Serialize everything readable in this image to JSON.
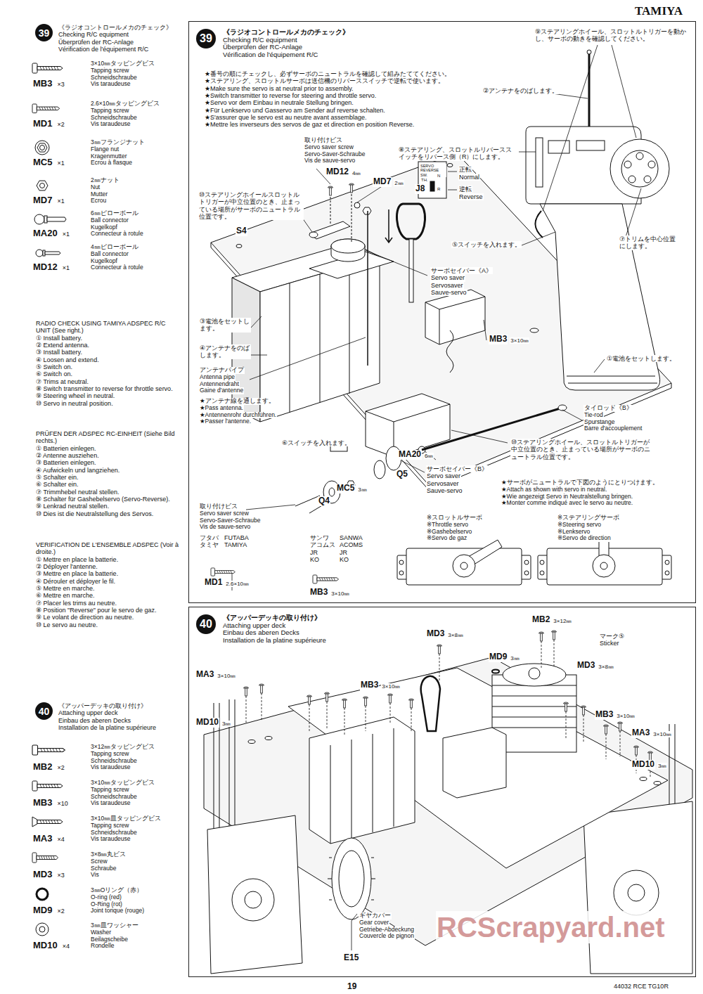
{
  "diagram": {
    "nodes": [
      {
        "text": [
          "39"
        ]
      },
      {
        "text": [
          "40"
        ]
      },
      {
        "text": [
          "《ラジオコントロールメカのチェック》",
          "Checking R/C equipment",
          "Überprüfen der RC-Anlage",
          "Vérification de l'équipement R/C"
        ]
      },
      {
        "text": [
          "39"
        ],
        "in": 2
      },
      {
        "text": [
          "《アッパーデッキの取り付け》",
          "Attaching upper deck",
          "Einbau des aberen Decks",
          "Installation de la platine supérieure"
        ]
      },
      {
        "text": [
          "40"
        ],
        "in": 4
      }
    ],
    "labels": [
      "TAMIYA",
      "《ラジオコントロールメカのチェック》",
      "Checking R/C equipment",
      "Überprüfen der RC-Anlage",
      "Vérification de l'équipement R/C",
      "3×10㎜タッピングビス",
      "Tapping screw",
      "Schneidschraube",
      "Vis taraudeuse",
      "MB3",
      "×3",
      "2.6×10㎜タッピングビス",
      "Tapping screw",
      "Schneidschraube",
      "Vis taraudeuse",
      "MD1",
      "×2",
      "3㎜フランジナット",
      "Flange nut",
      "Kragenmutter",
      "Ecrou à flasque",
      "MC5",
      "×1",
      "2㎜ナット",
      "Nut",
      "Mutter",
      "Ecrou",
      "MD7",
      "×1",
      "6㎜ピローボール",
      "Ball connector",
      "Kugelkopf",
      "Connecteur à rotule",
      "MA20",
      "×1",
      "4㎜ピローボール",
      "Ball connector",
      "Kugelkopf",
      "Connecteur à rotule",
      "MD12",
      "×1",
      "RADIO CHECK USING TAMIYA ADSPEC R/C UNIT (See right.)",
      "① Install battery.",
      "② Extend antenna.",
      "③ Install battery.",
      "④ Loosen and extend.",
      "⑤ Switch on.",
      "⑥ Switch on.",
      "⑦ Trims at neutral.",
      "⑧ Switch transmitter to reverse for throttle servo.",
      "⑨ Steering wheel in neutral.",
      "⑩ Servo in neutral position.",
      "PRÜFEN DER ADSPEC RC-EINHEIT (Siehe Bild rechts.)",
      "① Batterien einlegen.",
      "② Antenne ausziehen.",
      "③ Batterien einlegen.",
      "④ Aufwickeln und langziehen.",
      "⑤ Schalter ein.",
      "⑥ Schalter ein.",
      "⑦ Trimmhebel neutral stellen.",
      "⑧ Schalter für Gashebelservo (Servo-Reverse).",
      "⑨ Lenkrad neutral stellen.",
      "⑩ Dies ist die Neutralstellung des Servos.",
      "VERIFICATION DE L'ENSEMBLE ADSPEC (Voir à droite.)",
      "① Mettre en place la batterie.",
      "② Déployer l'antenne.",
      "③ Mettre en place la batterie.",
      "④ Dérouler et déployer le fil.",
      "⑤ Mettre en marche.",
      "⑥ Mettre en marche.",
      "⑦ Placer les trims au neutre.",
      "⑧ Position \"Reverse\" pour le servo de gaz.",
      "⑨ Le volant de direction au neutre.",
      "⑩ Le servo au neutre.",
      "《アッパーデッキの取り付け》",
      "Attaching upper deck",
      "Einbau des aberen Decks",
      "Installation de la platine supérieure",
      "3×12㎜タッピングビス",
      "Tapping screw",
      "Schneidschraube",
      "Vis taraudeuse",
      "MB2",
      "×2",
      "3×10㎜タッピングビス",
      "Tapping screw",
      "Schneidschraube",
      "Vis taraudeuse",
      "MB3",
      "×10",
      "3×10㎜皿タッピングビス",
      "Tapping screw",
      "Schneidschraube",
      "Vis taraudeuse",
      "MA3",
      "×4",
      "3×8㎜丸ビス",
      "Screw",
      "Schraube",
      "Vis",
      "MD3",
      "×3",
      "3㎜Oリング（赤）",
      "O-ring (red)",
      "O-Ring (rot)",
      "Joint torique (rouge)",
      "MD9",
      "×2",
      "3㎜皿ワッシャー",
      "Washer",
      "Beilagscheibe",
      "Rondelle",
      "MD10",
      "×4",
      "★番号の順にチェックし、必ずサーボのニュートラルを確認して組みたててください。",
      "★ステアリング、スロットルサーボは送信機のリバーススイッチで逆転で使います。",
      "★Make sure the servo is at neutral prior to assembly.",
      "★Switch transmitter to reverse for steering and throttle servo.",
      "★Servo vor dem Einbau in neutrale Stellung bringen.",
      "★Für Lenkservo und Gasservo am Sender auf reverse schalten.",
      "★S'assurer que le servo est au neutre avant assemblage.",
      "★Mettre les inverseurs des servos de gaz et direction en position Reverse.",
      "取り付けビス",
      "Servo saver screw",
      "Servo-Saver-Schraube",
      "Vis de sauve-servo",
      "MD12",
      "4㎜",
      "MD7",
      "2㎜",
      "J8",
      "⑩ステアリングホイールスロットルトリガーが中立位置のとき、止まっている場所がサーボのニュートラル位置です。",
      "S4",
      "サーボセイバー《A》",
      "Servo saver",
      "Servosaver",
      "Sauve-servo",
      "③電池をセットします。",
      "④アンテナをのばします。",
      "アンテナパイプ",
      "Antenna pipe",
      "Antennendraht",
      "Gaine d'antenne",
      "★アンテナ線を通します。",
      "★Pass antenna.",
      "★Antennenrohr durchführen.",
      "★Passer l'antenne.",
      "MB3",
      "3×10㎜",
      "タイロッド《B》",
      "Tie-rod",
      "Spurstange",
      "Barre d'accouplement",
      "⑥スイッチを入れます。",
      "MA20",
      "6㎜",
      "⑩ステアリングホイール、スロットルトリガーが中立位置のとき、止まっている場所がサーボのニュートラル位置です。",
      "Q5",
      "MC5",
      "3㎜",
      "Q4",
      "サーボセイバー《B》",
      "Servo saver",
      "Servosaver",
      "Sauve-servo",
      "取り付けビス",
      "Servo saver screw",
      "Servo-Saver-Schraube",
      "Vis de sauve-servo",
      "フタバ",
      "タミヤ",
      "FUTABA",
      "TAMIYA",
      "サンワ",
      "アコムス",
      "JR",
      "KO",
      "SANWA",
      "ACOMS",
      "JR",
      "KO",
      "MD1",
      "2.6×10㎜",
      "MB3",
      "3×10㎜",
      "⑨ステアリングホイール、スロットルトリガーを動かし、サーボの動きを確認してください。",
      "②アンテナをのばします。",
      "⑧ステアリング、スロットルリバーススイッチをリバース側（R）にします。",
      "SERVO REVERSE SW.",
      "TH.",
      "N",
      "R",
      "正転",
      "Normal",
      "逆転",
      "Reverse",
      "⑤スイッチを入れます。",
      "⑦トリムを中心位置にします。",
      "①電池をセットします。",
      "★サーボがニュートラルで下図のようにとりつけます。",
      "★Attach as shown with servo in neutral.",
      "★Wie angezeigt Servo in Neutralstellung bringen.",
      "★Monter comme indiqué avec le servo au neutre.",
      "※スロットルサーボ",
      "※Throttle servo",
      "※Gashebelservo",
      "※Servo de gaz",
      "※ステアリングサーボ",
      "※Steering servo",
      "※Lenkservo",
      "※Servo de direction",
      "MD3",
      "3×8㎜",
      "MB2",
      "3×12㎜",
      "MD9",
      "3㎜",
      "マーク⑤",
      "Sticker",
      "MD3",
      "3×8㎜",
      "MA3",
      "3×10㎜",
      "MB3",
      "3×10㎜",
      "MD10",
      "3㎜",
      "MB3",
      "3×10㎜",
      "MA3",
      "3×10㎜",
      "MD10",
      "3㎜",
      "ギヤカバー",
      "Gear cover",
      "Getriebe-Abdeckung",
      "Couvercle de pignon",
      "E15",
      "RCScrapyard.net",
      "19",
      "44032 RCE TG10R"
    ]
  }
}
